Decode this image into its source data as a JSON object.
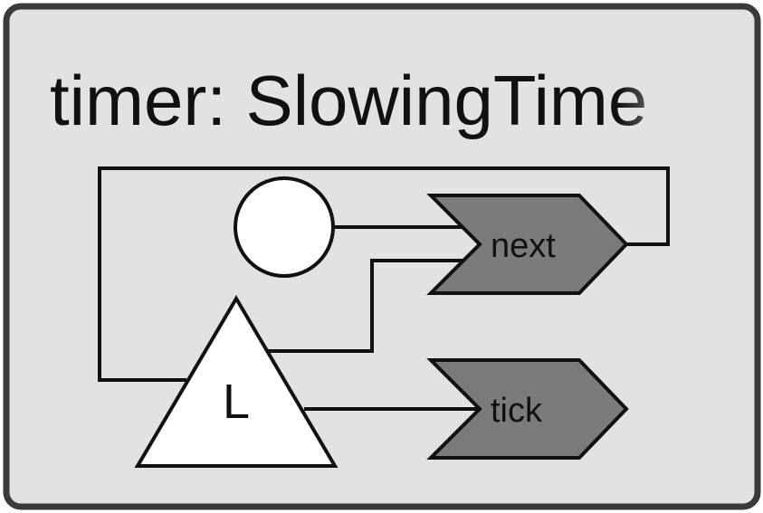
{
  "diagram": {
    "title": "timer: SlowingTime",
    "nodes": {
      "circle": {
        "label": ""
      },
      "triangle": {
        "label": "L"
      }
    },
    "ports": [
      {
        "id": "next",
        "label": "next"
      },
      {
        "id": "tick",
        "label": "tick"
      }
    ],
    "colors": {
      "panel_fill": "#e2e2e2",
      "panel_border": "#3a3a3a",
      "port_fill": "#7b7b7b",
      "line": "#111111",
      "node_fill": "#ffffff"
    }
  }
}
